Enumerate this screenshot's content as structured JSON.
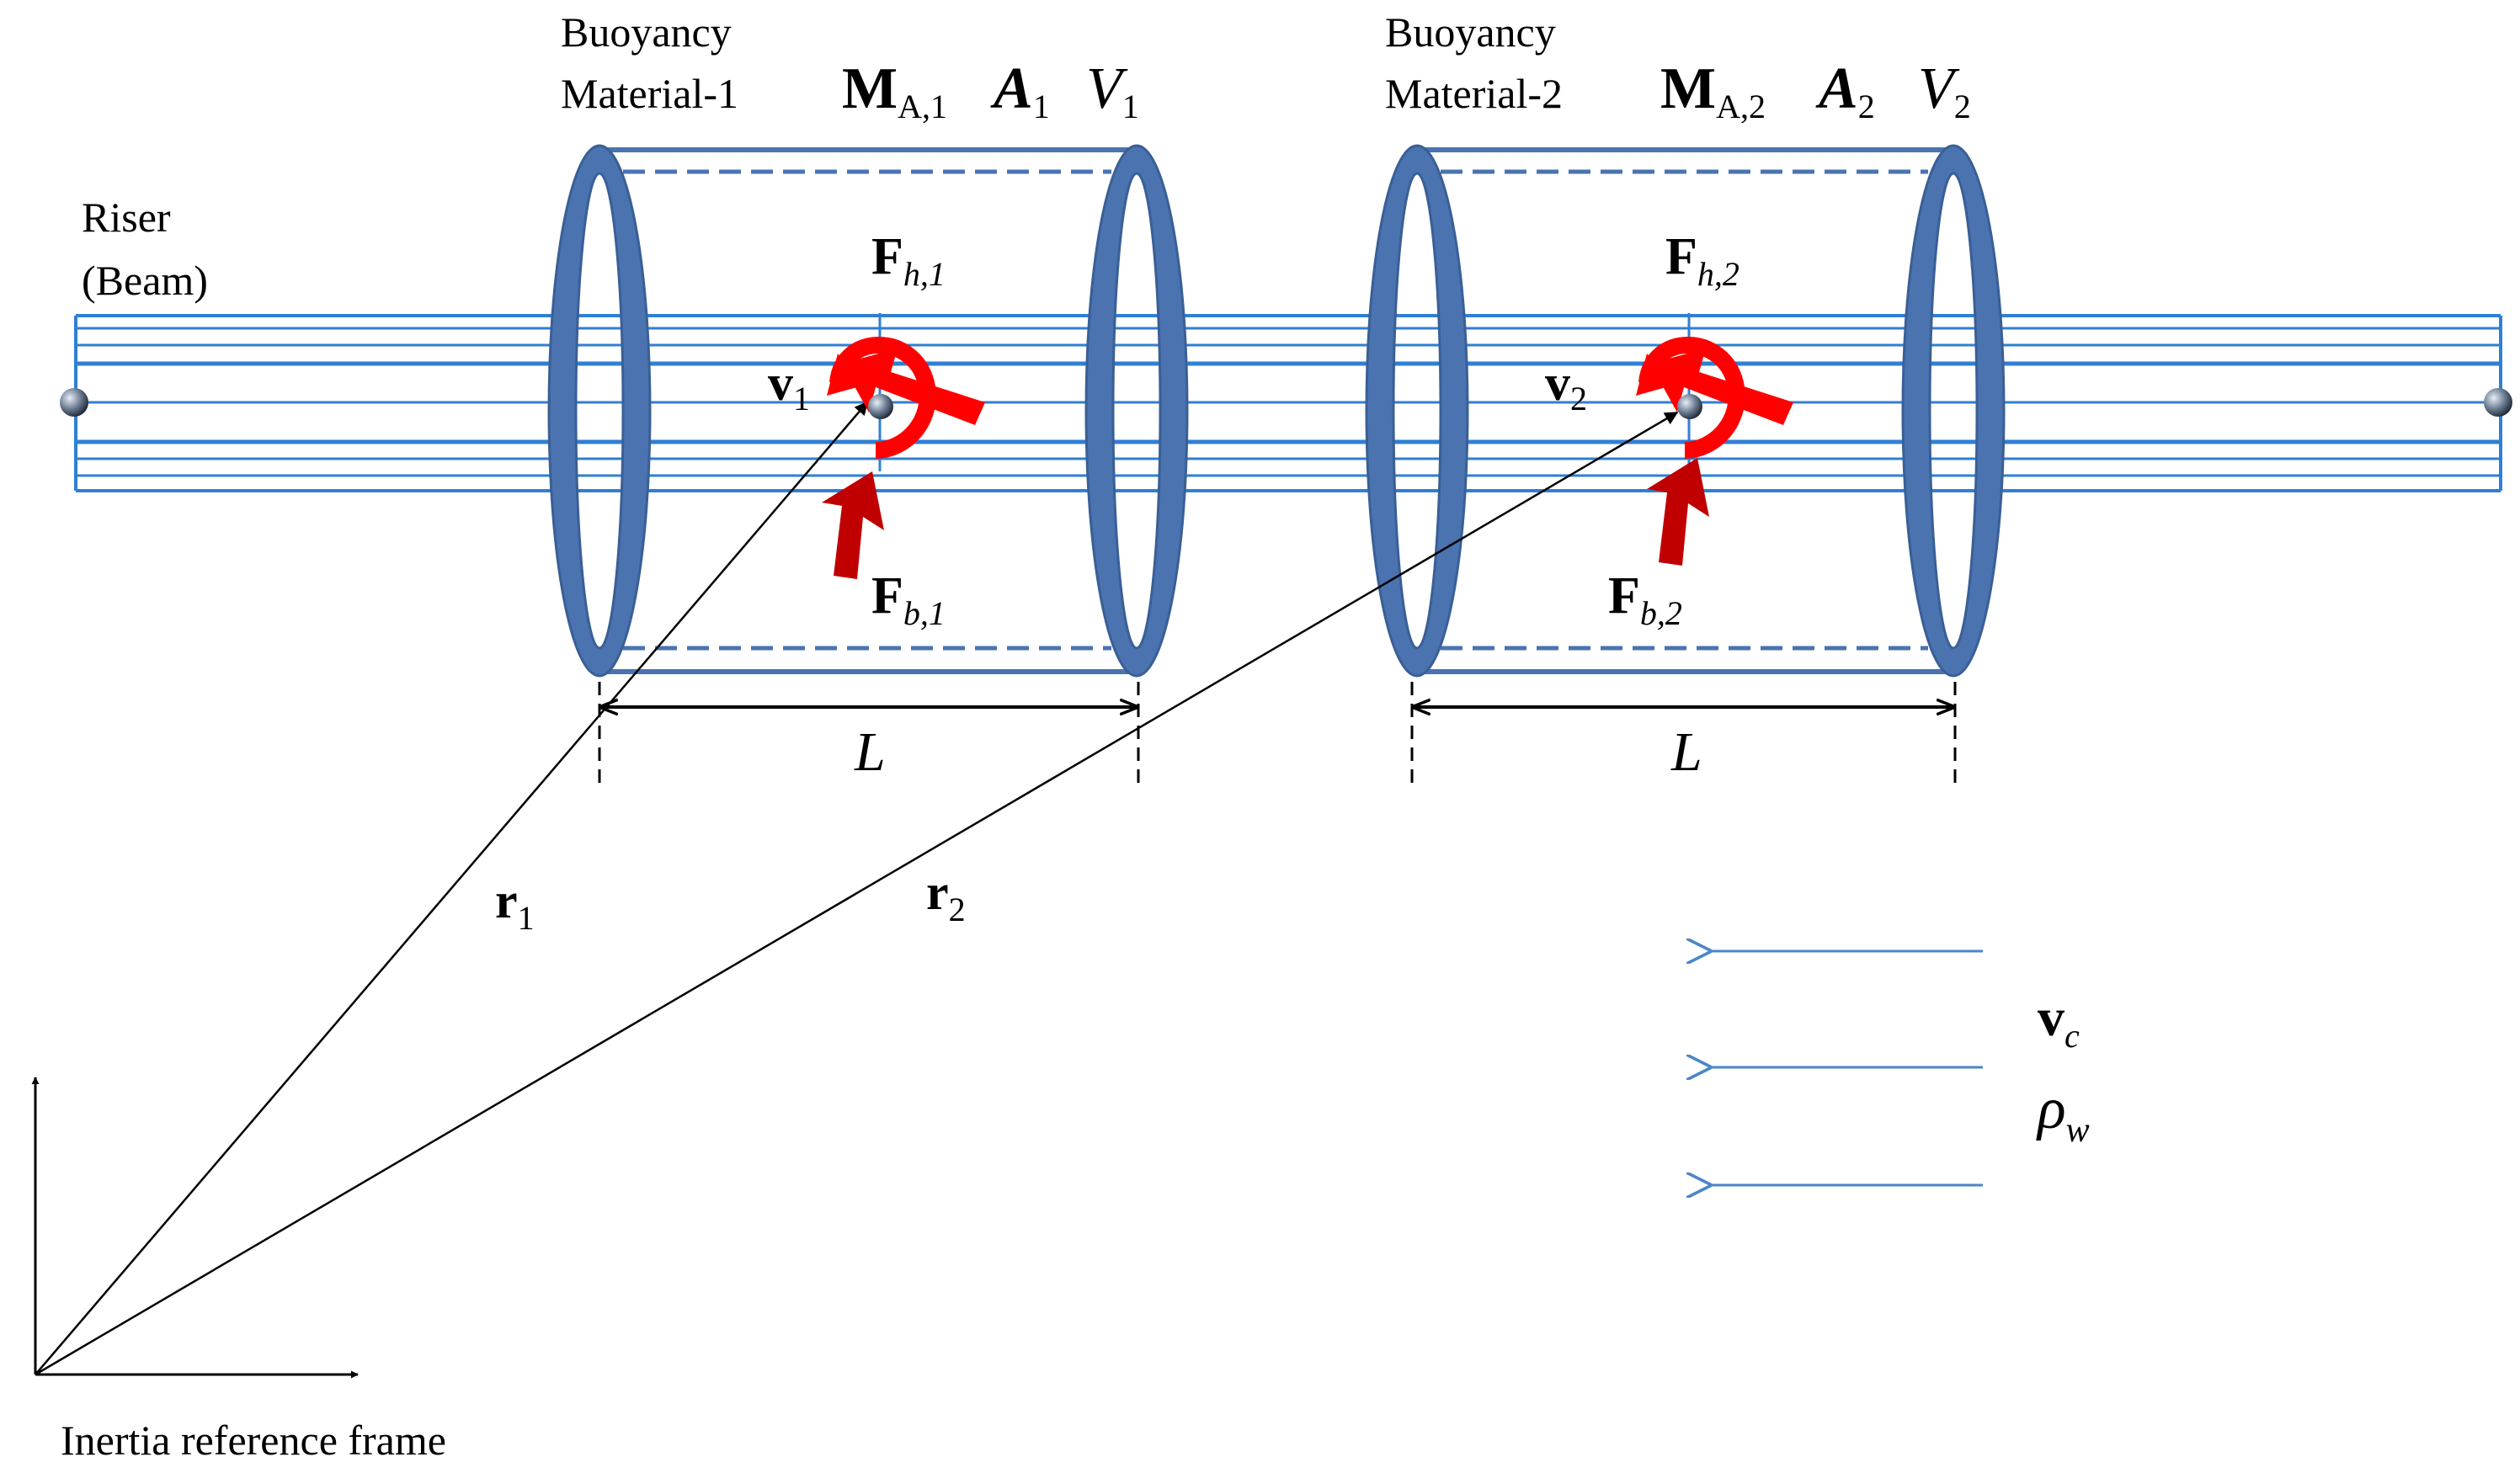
{
  "labels": {
    "riser_line1": "Riser",
    "riser_line2": "(Beam)",
    "frame": "Inertia reference frame",
    "mat1_line1": "Buoyancy",
    "mat1_line2": "Material-1",
    "mat2_line1": "Buoyancy",
    "mat2_line2": "Material-2"
  },
  "symbols": {
    "M": "M",
    "MA1_sub": "A,1",
    "MA2_sub": "A,2",
    "A": "A",
    "A1_sub": "1",
    "A2_sub": "2",
    "V": "V",
    "V1_sub": "1",
    "V2_sub": "2",
    "F": "F",
    "Fh1_sub": "h,1",
    "Fh2_sub": "h,2",
    "Fb1_sub": "b,1",
    "Fb2_sub": "b,2",
    "v": "v",
    "v1_sub": "1",
    "v2_sub": "2",
    "r": "r",
    "r1_sub": "1",
    "r2_sub": "2",
    "L1": "L",
    "L2": "L",
    "vc_sub": "c",
    "rho": "ρ",
    "rho_sub": "w"
  },
  "colors": {
    "riser": "#2f7fd6",
    "cylinder": "#4a73b0",
    "ring_fill": "#4a73b0",
    "force_red": "#c00000",
    "moment_red": "#ff0000",
    "current": "#4a86c8",
    "text": "#000000"
  },
  "icons": {
    "hydro_force": "red-arrow-icon",
    "buoyancy_force": "dark-red-arrow-icon",
    "moment": "curved-arrow-icon",
    "node": "node-sphere-icon"
  }
}
